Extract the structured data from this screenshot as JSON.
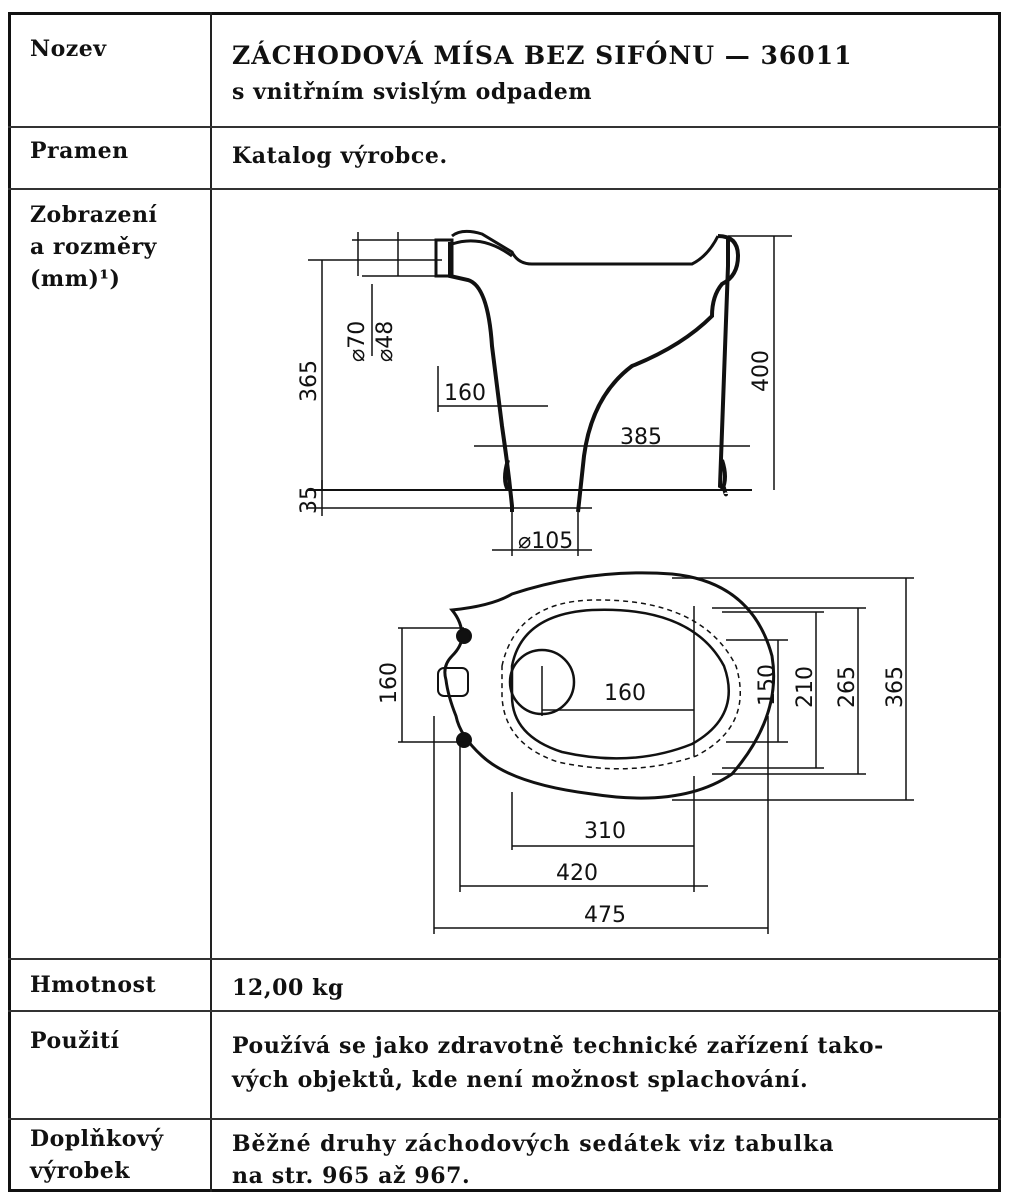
{
  "rows": {
    "nazev": {
      "label": "Nozev",
      "title": "ZÁCHODOVÁ MÍSA BEZ SIFÓNU — 36011",
      "subtitle": "s vnitřním svislým odpadem"
    },
    "pramen": {
      "label": "Pramen",
      "value": "Katalog výrobce."
    },
    "zobrazeni": {
      "label_lines": [
        "Zobrazení",
        "a rozměry",
        "(mm)¹)"
      ]
    },
    "hmotnost": {
      "label": "Hmotnost",
      "value": "12,00 kg"
    },
    "pouziti": {
      "label": "Použití",
      "value_lines": [
        "Používá se jako zdravotně technické zařízení tako-",
        "vých objektů, kde není možnost splachování."
      ]
    },
    "doplnkovy": {
      "label_lines": [
        "Doplňkový",
        "výrobek"
      ],
      "value_lines": [
        "Běžné druhy záchodových sedátek viz tabulka",
        "na str. 965 až 967."
      ]
    }
  },
  "drawing": {
    "side_view": {
      "dims": {
        "inlet_outer": "⌀70",
        "inlet_inner": "⌀48",
        "height_total": "365",
        "base_height": "35",
        "outlet_offset": "160",
        "rim_height": "400",
        "length": "385",
        "outlet_diameter": "⌀105"
      }
    },
    "top_view": {
      "dims": {
        "inlet_width": "160",
        "bowl_offset": "160",
        "w150": "150",
        "w210": "210",
        "w265": "265",
        "w365": "365",
        "l310": "310",
        "l420": "420",
        "l475": "475"
      }
    }
  }
}
